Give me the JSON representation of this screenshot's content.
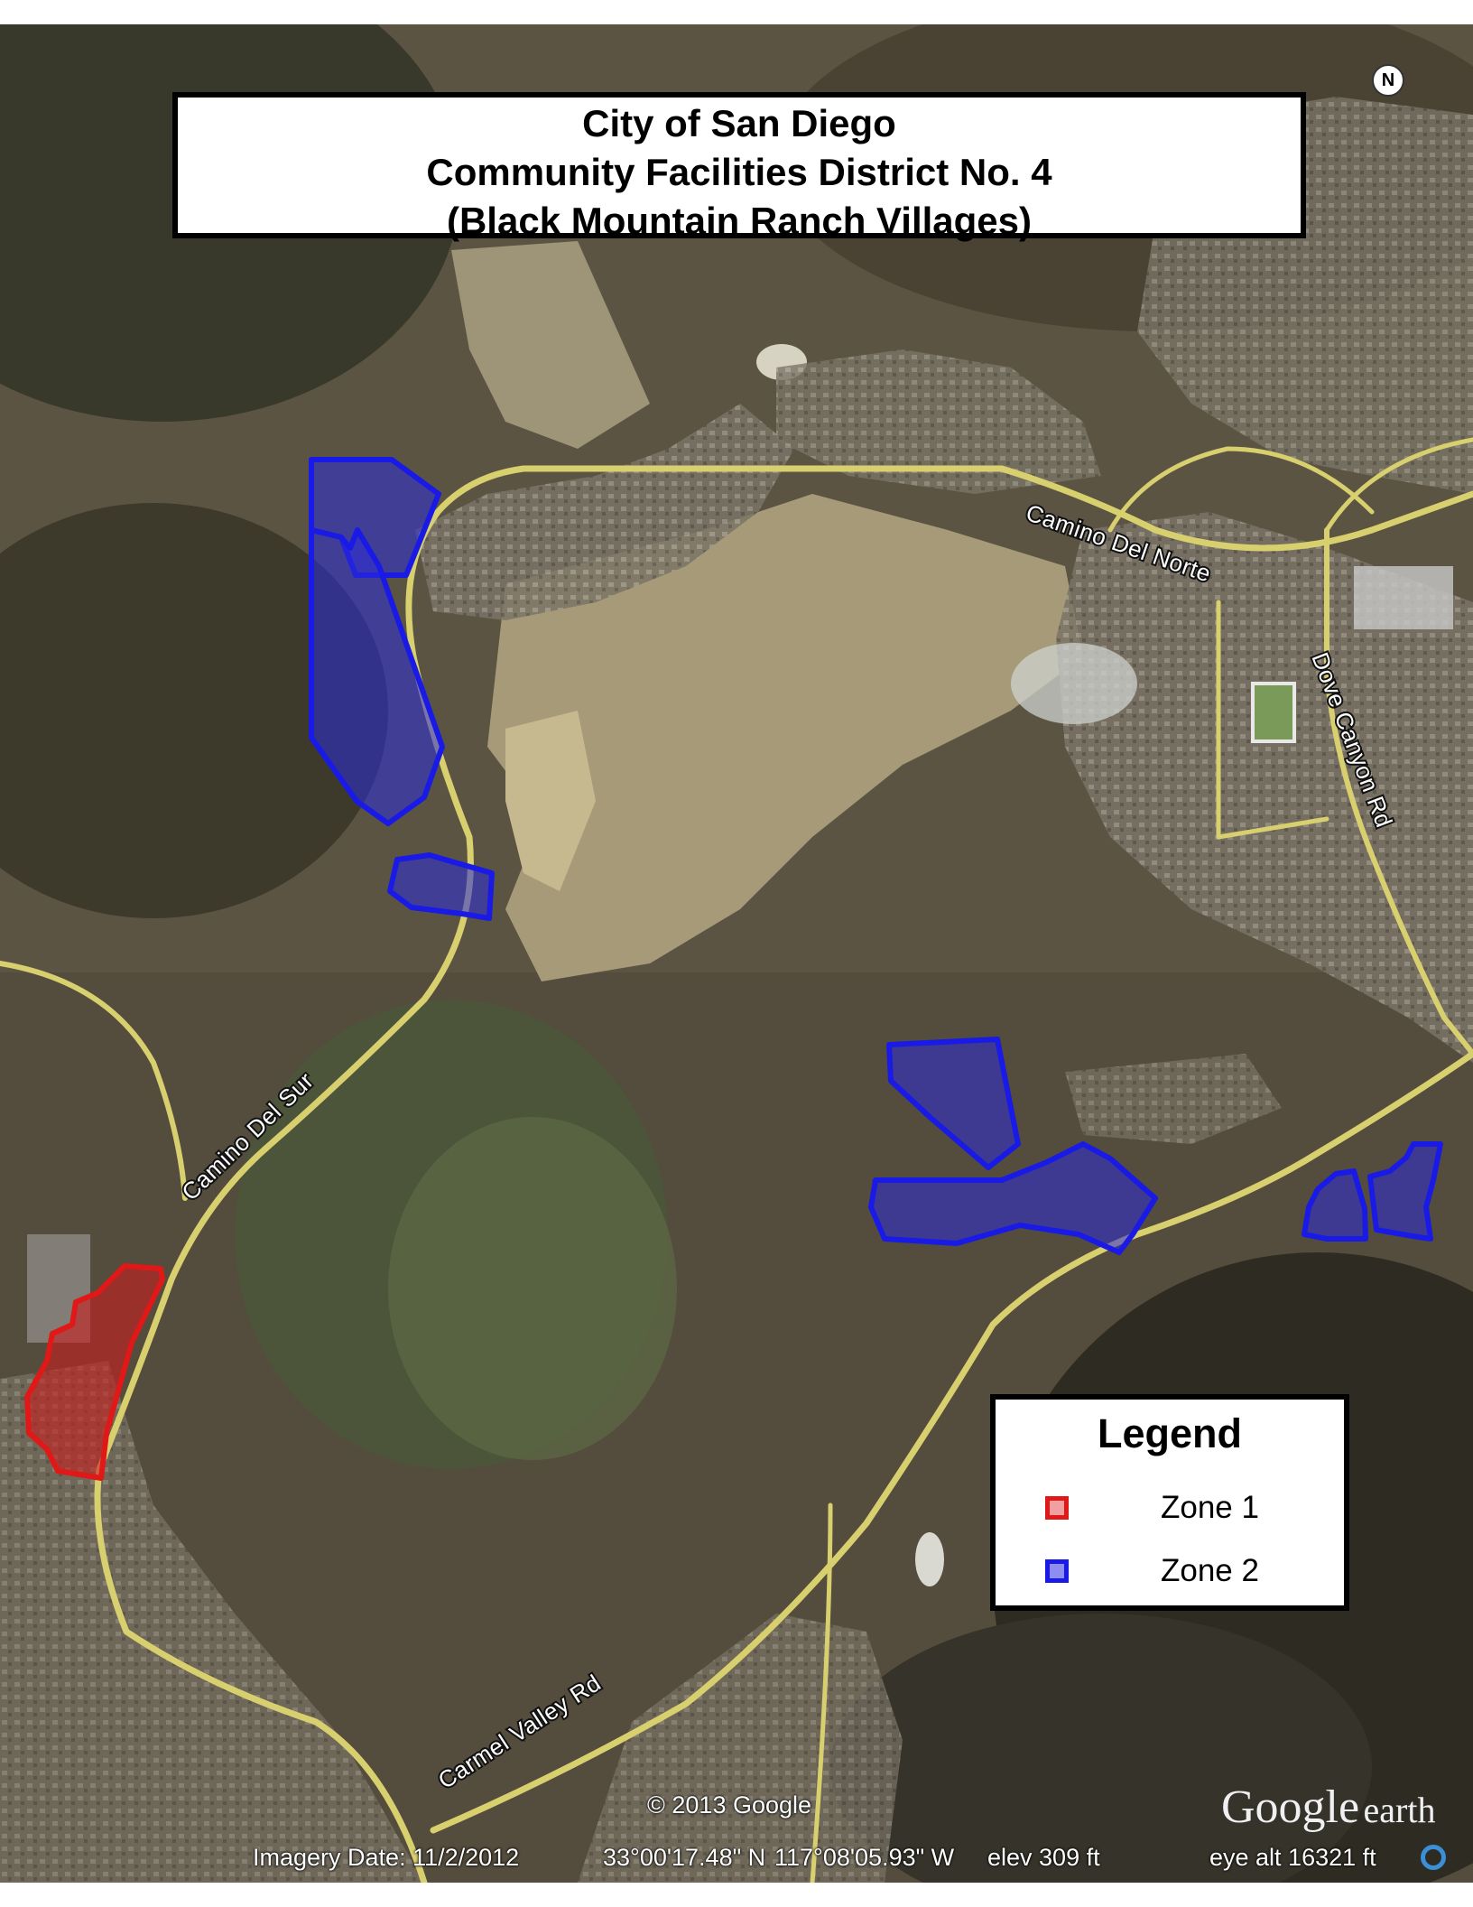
{
  "title": {
    "line1": "City of San Diego",
    "line2": "Community Facilities District No. 4",
    "line3": "(Black Mountain Ranch Villages)"
  },
  "roads": {
    "camino_del_norte": "Camino Del Norte",
    "dove_canyon_rd": "Dove Canyon Rd",
    "camino_del_sur": "Camino Del Sur",
    "carmel_valley_rd": "Carmel Valley Rd"
  },
  "legend": {
    "title": "Legend",
    "items": [
      {
        "label": "Zone 1",
        "color": "#e01818"
      },
      {
        "label": "Zone 2",
        "color": "#1a1ae6"
      }
    ]
  },
  "watermark": "© 2013 Google",
  "logo": {
    "google": "Google",
    "earth": "earth"
  },
  "north_label": "N",
  "status_bar": {
    "imagery_date": "Imagery Date: 11/2/2012",
    "latitude": "33°00'17.48\" N",
    "longitude": "117°08'05.93\" W",
    "elevation": "elev   309 ft",
    "eye_altitude": "eye alt  16321 ft"
  },
  "colors": {
    "zone1": "#e01818",
    "zone2": "#1a1ae6",
    "road": "#d8cf6e",
    "terrain": "#5a5140"
  }
}
